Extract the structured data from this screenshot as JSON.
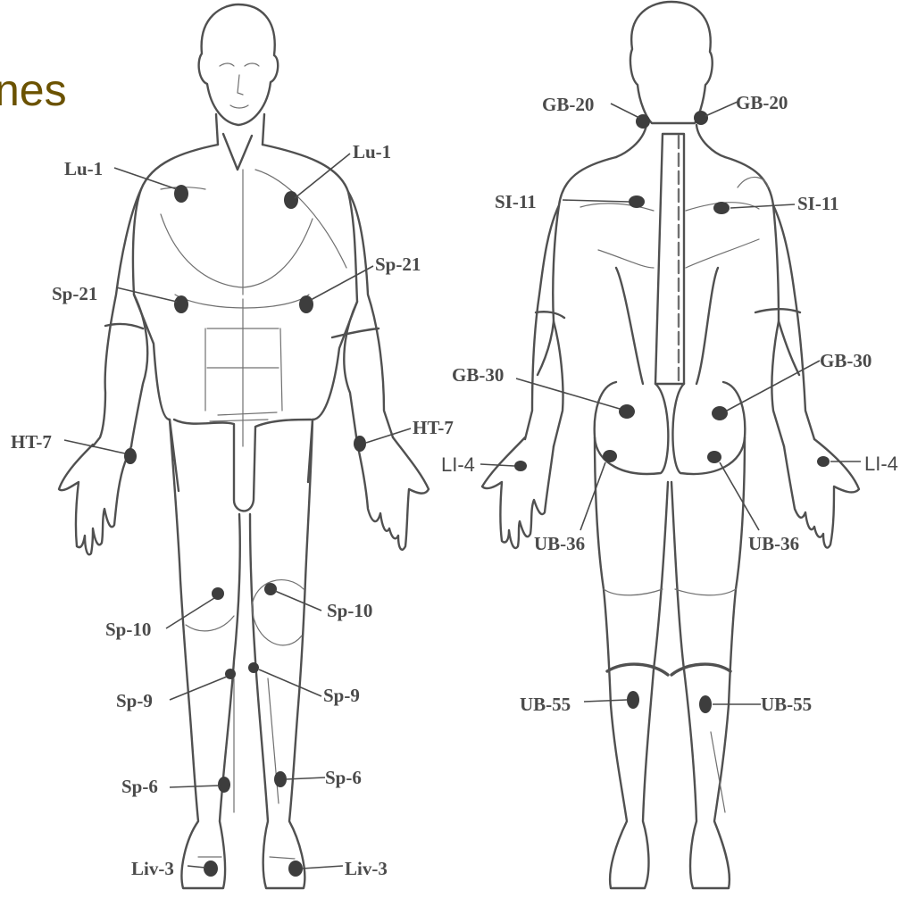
{
  "heading": {
    "text": "nes",
    "color": "#6b5200"
  },
  "colors": {
    "point": "#3d3d3d",
    "line": "#505050",
    "label": "#4a4a4a"
  },
  "front_view": {
    "labels": {
      "lu1_left": "Lu-1",
      "lu1_right": "Lu-1",
      "sp21_left": "Sp-21",
      "sp21_right": "Sp-21",
      "ht7_left": "HT-7",
      "ht7_right": "HT-7",
      "sp10_left": "Sp-10",
      "sp10_right": "Sp-10",
      "sp9_left": "Sp-9",
      "sp9_right": "Sp-9",
      "sp6_left": "Sp-6",
      "sp6_right": "Sp-6",
      "liv3_left": "Liv-3",
      "liv3_right": "Liv-3"
    }
  },
  "back_view": {
    "labels": {
      "gb20_left": "GB-20",
      "gb20_right": "GB-20",
      "si11_left": "SI-11",
      "si11_right": "SI-11",
      "gb30_left": "GB-30",
      "gb30_right": "GB-30",
      "li4_left": "LI-4",
      "li4_right": "LI-4",
      "ub36_left": "UB-36",
      "ub36_right": "UB-36",
      "ub55_left": "UB-55",
      "ub55_right": "UB-55"
    }
  }
}
